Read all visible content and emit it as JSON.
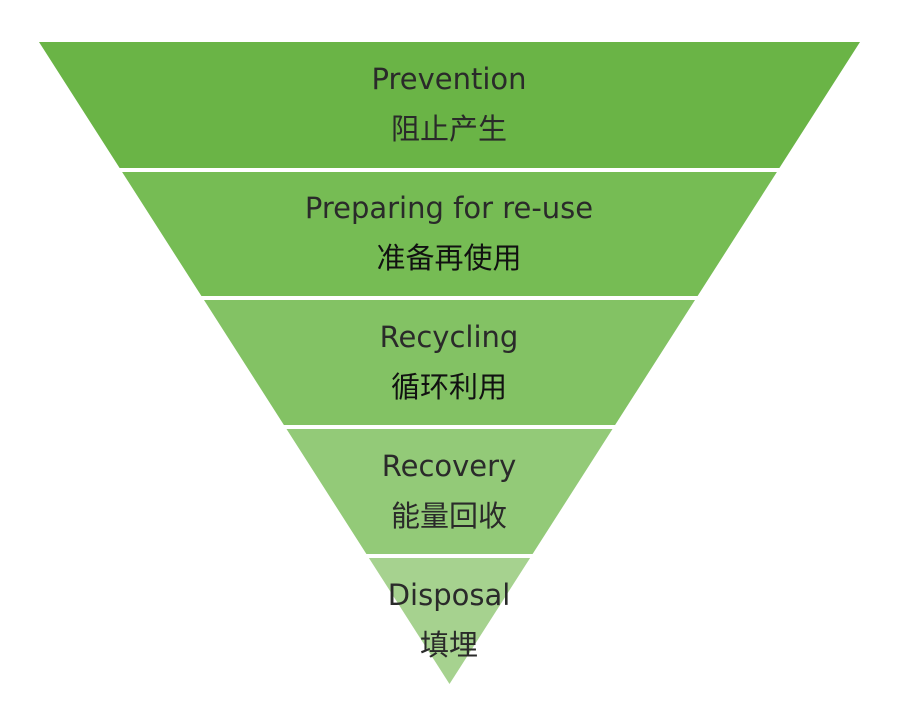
{
  "diagram": {
    "type": "inverted-pyramid",
    "tiers": [
      {
        "en": "Prevention",
        "zh": "阻止产生",
        "color": "#6ab446"
      },
      {
        "en": "Preparing for re-use",
        "zh": "准备再使用",
        "color": "#76bc54"
      },
      {
        "en": "Recycling",
        "zh": "循环利用",
        "color": "#83c264"
      },
      {
        "en": "Recovery",
        "zh": "能量回收",
        "color": "#93ca78"
      },
      {
        "en": "Disposal",
        "zh": "填埋",
        "color": "#a6d28f"
      }
    ],
    "separator_color": "#ffffff",
    "background": "#ffffff"
  }
}
